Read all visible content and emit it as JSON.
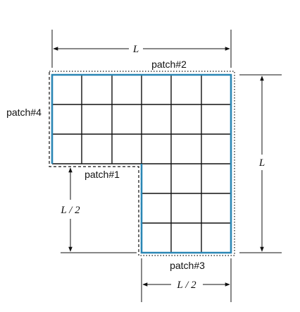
{
  "labels": {
    "top_dimension": "L",
    "right_dimension": "L",
    "left_dimension": "L / 2",
    "bottom_dimension": "L / 2",
    "patch_1": "patch#1",
    "patch_2": "patch#2",
    "patch_3": "patch#3",
    "patch_4": "patch#4"
  },
  "colors": {
    "outline": "#2a86b4",
    "lines": "#111111"
  }
}
